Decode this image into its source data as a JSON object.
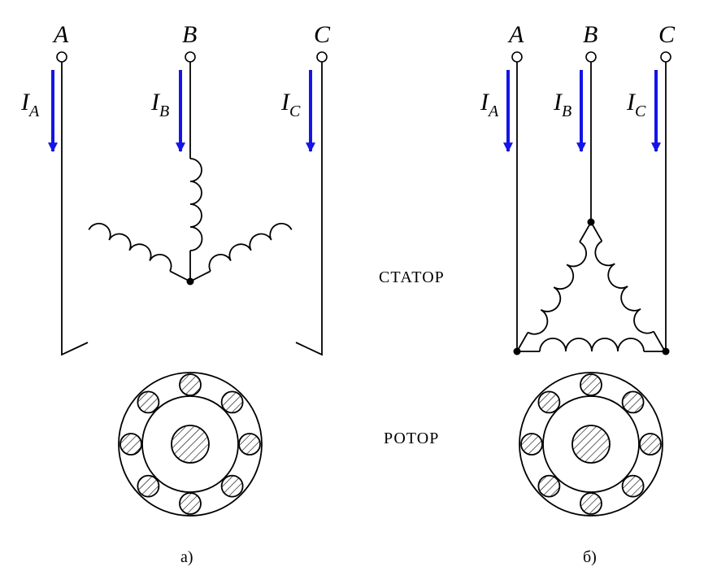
{
  "colors": {
    "current_arrow": "#1414e6",
    "line": "#000000",
    "background": "#ffffff"
  },
  "terminals": [
    "A",
    "B",
    "C"
  ],
  "currents": [
    {
      "symbol": "I",
      "subscript": "A"
    },
    {
      "symbol": "I",
      "subscript": "B"
    },
    {
      "symbol": "I",
      "subscript": "C"
    }
  ],
  "labels": {
    "stator": "СТАТОР",
    "rotor": "РОТОР"
  },
  "captions": {
    "star": "а)",
    "delta": "б)"
  },
  "connections": {
    "left": "star",
    "right": "delta"
  },
  "rotor": {
    "conductors": 8
  }
}
